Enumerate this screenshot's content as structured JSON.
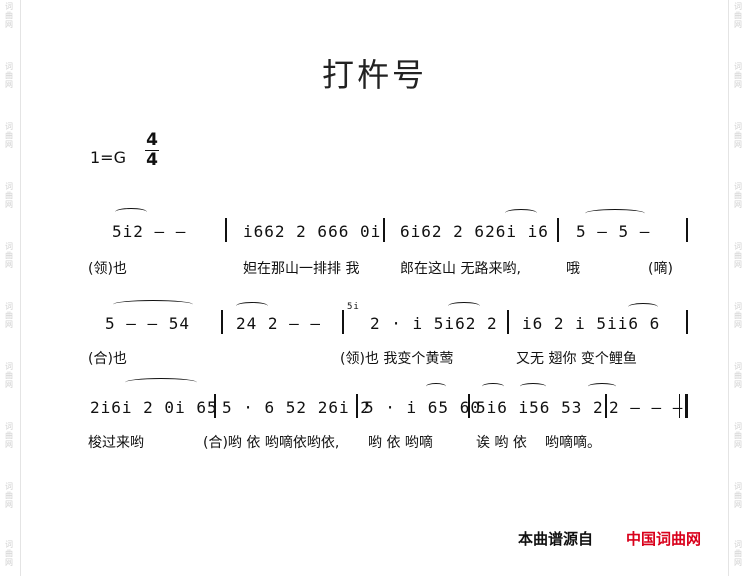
{
  "title": "打杵号",
  "key": "1=G",
  "time_signature": {
    "top": "4",
    "bottom": "4"
  },
  "watermark_text": "词曲网",
  "lines": [
    {
      "notes": [
        "5i2 — —",
        "i662 2 666 0i",
        "6i62 2 626i i6",
        "5 — 5 —"
      ],
      "lyrics": [
        "(领)也",
        "妲在那山一排排 我",
        "郎在这山 无路来哟,",
        "哦",
        "(嘀)"
      ]
    },
    {
      "notes": [
        "5 — — 54",
        "24 2 — —",
        "2 · i 5i62 2",
        "i6 2 i 5ii6 6"
      ],
      "grace": "5i",
      "lyrics": [
        "(合)也",
        "(领)也 我变个黄莺",
        "又无 翅你 变个鲤鱼"
      ]
    },
    {
      "notes": [
        "2i6i 2 0i 65",
        "5 · 6 52 26i 2",
        "5 · i 65 60",
        "5i6 i56 53 2",
        "2 — — —"
      ],
      "lyrics": [
        "梭过来哟",
        "(合)哟 依 哟嘀依哟依,",
        "哟 依 哟嘀",
        "诶 哟 依",
        "哟嘀嘀。"
      ]
    }
  ],
  "footer": {
    "source_label": "本曲谱源自",
    "site_name": "中国词曲网"
  }
}
